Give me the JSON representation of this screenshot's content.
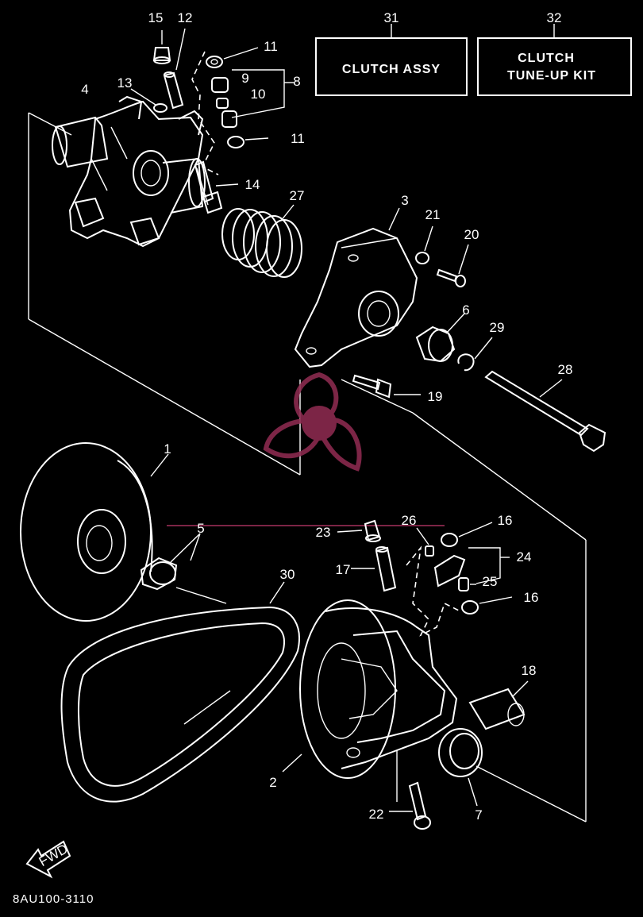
{
  "callouts": {
    "c1": "1",
    "c2": "2",
    "c3": "3",
    "c4": "4",
    "c5": "5",
    "c6": "6",
    "c7": "7",
    "c8": "8",
    "c9": "9",
    "c10": "10",
    "c11a": "11",
    "c11b": "11",
    "c12": "12",
    "c13": "13",
    "c14": "14",
    "c15": "15",
    "c16a": "16",
    "c16b": "16",
    "c17": "17",
    "c18": "18",
    "c19": "19",
    "c20": "20",
    "c21": "21",
    "c22": "22",
    "c23": "23",
    "c24": "24",
    "c25": "25",
    "c26": "26",
    "c27": "27",
    "c28": "28",
    "c29": "29",
    "c30": "30",
    "c31": "31",
    "c32": "32"
  },
  "boxes": {
    "clutch_assy": "CLUTCH ASSY",
    "tune_up_line1": "CLUTCH",
    "tune_up_line2": "TUNE-UP KIT"
  },
  "arrow_label": "FWD",
  "drawing_code": "8AU100-3110",
  "watermark_color": "#8a2a4e",
  "line_color": "#ffffff",
  "background_color": "#000000"
}
